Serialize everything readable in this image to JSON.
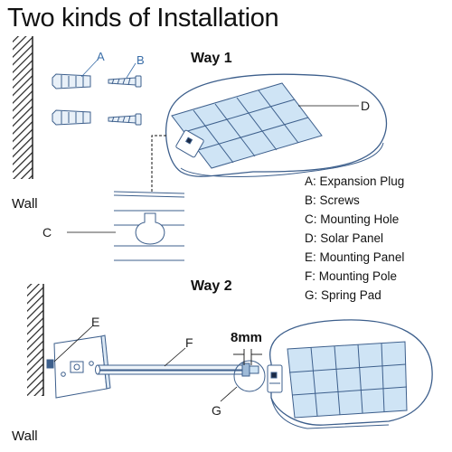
{
  "title": "Two kinds of Installation",
  "way1_title": "Way 1",
  "way2_title": "Way 2",
  "wall_label": "Wall",
  "callouts": {
    "a": "A",
    "b": "B",
    "c": "C",
    "d": "D",
    "e": "E",
    "f": "F",
    "g": "G"
  },
  "dimension": "8mm",
  "legend": [
    "A: Expansion Plug",
    "B: Screws",
    "C: Mounting Hole",
    "D: Solar Panel",
    "E: Mounting Panel",
    "F: Mounting Pole",
    "G: Spring Pad"
  ],
  "colors": {
    "line": "#3d5f8c",
    "panel_fill": "#cfe4f5",
    "body_fill": "#ffffff",
    "callout_blue": "#3a6ea8"
  }
}
